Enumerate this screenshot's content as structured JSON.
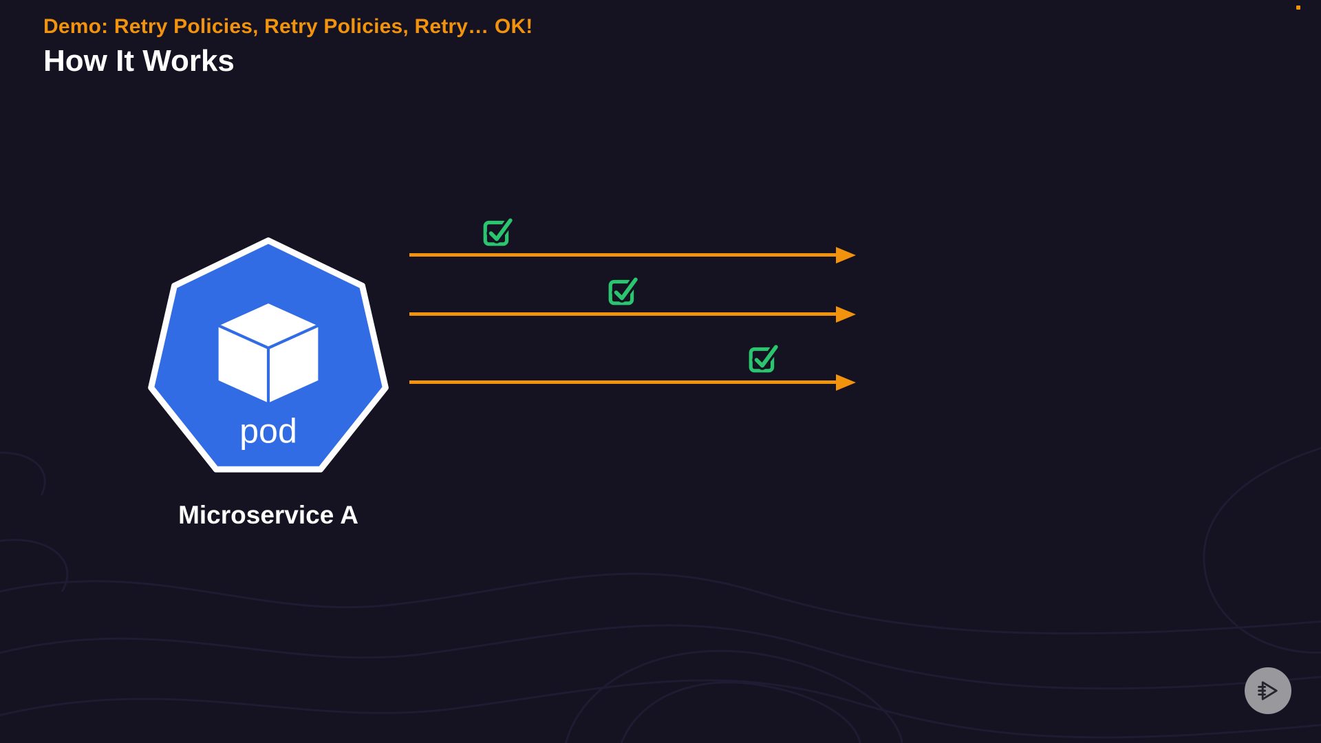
{
  "page": {
    "eyebrow": "Demo: Retry Policies, Retry Policies, Retry… OK!",
    "title": "How It Works"
  },
  "diagram": {
    "pod": {
      "icon": "kubernetes-pod-icon",
      "label": "pod",
      "caption": "Microservice A",
      "color": "#326CE5"
    },
    "retries": [
      {
        "attempt": 1,
        "status": "success",
        "icon": "check-square-icon"
      },
      {
        "attempt": 2,
        "status": "success",
        "icon": "check-square-icon"
      },
      {
        "attempt": 3,
        "status": "success",
        "icon": "check-square-icon"
      }
    ],
    "arrow_color": "#F2930D",
    "check_color": "#2BC46F"
  },
  "player": {
    "icon": "interactive-play-icon"
  },
  "colors": {
    "background": "#151221",
    "accent_orange": "#F2930D",
    "success_green": "#2BC46F",
    "kubernetes_blue": "#326CE5",
    "text_white": "#FFFFFF"
  }
}
